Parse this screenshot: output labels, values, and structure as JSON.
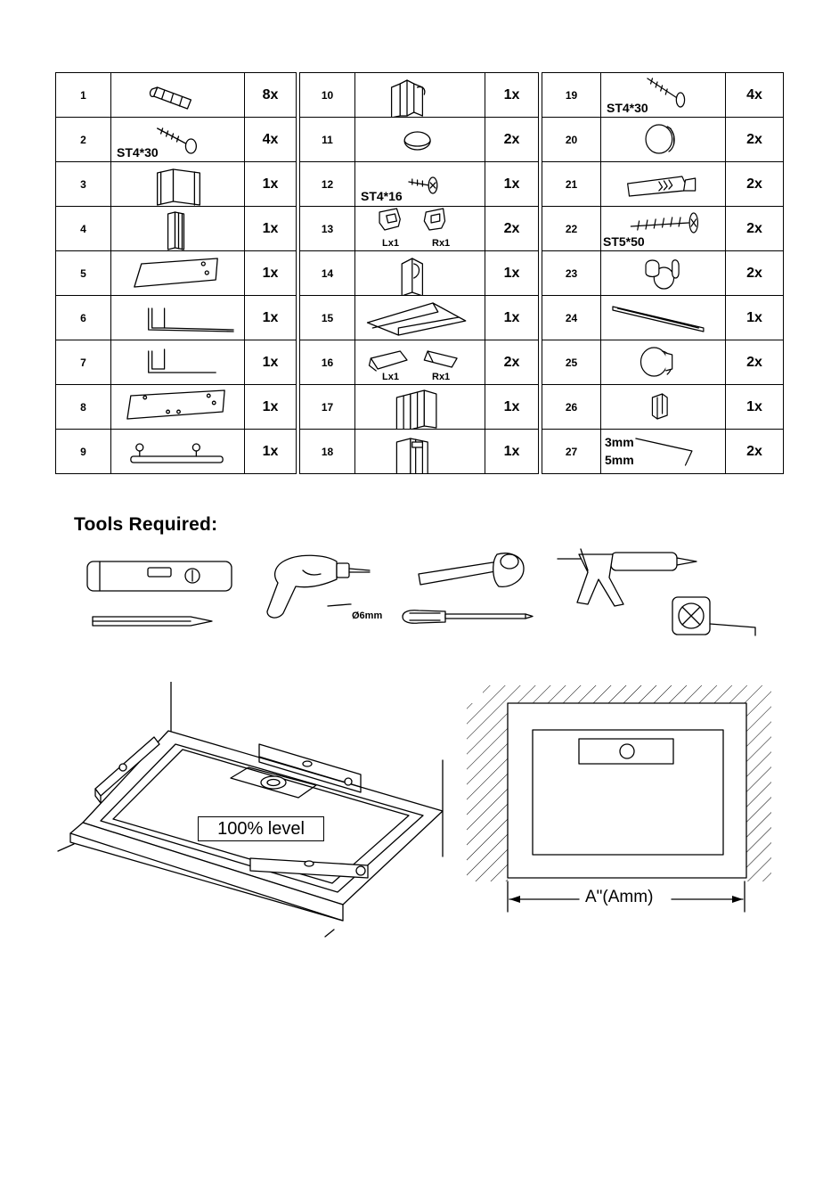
{
  "parts": {
    "columns": [
      [
        {
          "num": "1",
          "qty": "8x",
          "icon": "wall-plug-icon",
          "label": ""
        },
        {
          "num": "2",
          "qty": "4x",
          "icon": "screw-icon",
          "label": "ST4*30"
        },
        {
          "num": "3",
          "qty": "1x",
          "icon": "wall-profile-icon",
          "label": ""
        },
        {
          "num": "4",
          "qty": "1x",
          "icon": "channel-profile-icon",
          "label": ""
        },
        {
          "num": "5",
          "qty": "1x",
          "icon": "glass-panel-icon",
          "label": ""
        },
        {
          "num": "6",
          "qty": "1x",
          "icon": "seal-strip-icon",
          "label": ""
        },
        {
          "num": "7",
          "qty": "1x",
          "icon": "seal-strip-short-icon",
          "label": ""
        },
        {
          "num": "8",
          "qty": "1x",
          "icon": "glass-door-icon",
          "label": ""
        },
        {
          "num": "9",
          "qty": "1x",
          "icon": "handle-bar-icon",
          "label": ""
        }
      ],
      [
        {
          "num": "10",
          "qty": "1x",
          "icon": "magnetic-profile-icon",
          "label": ""
        },
        {
          "num": "11",
          "qty": "2x",
          "icon": "cover-cap-icon",
          "label": ""
        },
        {
          "num": "12",
          "qty": "1x",
          "icon": "screw-small-icon",
          "label": "ST4*16"
        },
        {
          "num": "13",
          "qty": "2x",
          "icon": "bracket-pair-icon",
          "label": "",
          "sub_left": "Lx1",
          "sub_right": "Rx1"
        },
        {
          "num": "14",
          "qty": "1x",
          "icon": "end-profile-icon",
          "label": ""
        },
        {
          "num": "15",
          "qty": "1x",
          "icon": "sweep-profile-icon",
          "label": ""
        },
        {
          "num": "16",
          "qty": "2x",
          "icon": "end-cap-pair-icon",
          "label": "",
          "sub_left": "Lx1",
          "sub_right": "Rx1"
        },
        {
          "num": "17",
          "qty": "1x",
          "icon": "double-profile-icon",
          "label": ""
        },
        {
          "num": "18",
          "qty": "1x",
          "icon": "u-profile-icon",
          "label": ""
        }
      ],
      [
        {
          "num": "19",
          "qty": "4x",
          "icon": "screw-long-icon",
          "label": "ST4*30"
        },
        {
          "num": "20",
          "qty": "2x",
          "icon": "knob-cap-icon",
          "label": ""
        },
        {
          "num": "21",
          "qty": "2x",
          "icon": "wall-plug-large-icon",
          "label": ""
        },
        {
          "num": "22",
          "qty": "2x",
          "icon": "screw-large-icon",
          "label": "ST5*50"
        },
        {
          "num": "23",
          "qty": "2x",
          "icon": "roller-pair-icon",
          "label": ""
        },
        {
          "num": "24",
          "qty": "1x",
          "icon": "bottom-seal-icon",
          "label": ""
        },
        {
          "num": "25",
          "qty": "2x",
          "icon": "roller-icon",
          "label": ""
        },
        {
          "num": "26",
          "qty": "1x",
          "icon": "stopper-block-icon",
          "label": ""
        },
        {
          "num": "27",
          "qty": "2x",
          "icon": "allen-key-icon",
          "label": "",
          "sub_top": "3mm",
          "sub_bottom": "5mm"
        }
      ]
    ]
  },
  "tools": {
    "title": "Tools Required:",
    "items": [
      "spirit-level-icon",
      "drill-icon",
      "rubber-mallet-icon",
      "silicone-gun-icon",
      "pencil-icon",
      "drill-bit-icon",
      "screwdriver-icon",
      "tape-measure-icon"
    ],
    "drill_bit_label": "Ø6mm"
  },
  "diagrams": {
    "level_label": "100% level",
    "dimension_label": "A\"(Amm)"
  }
}
